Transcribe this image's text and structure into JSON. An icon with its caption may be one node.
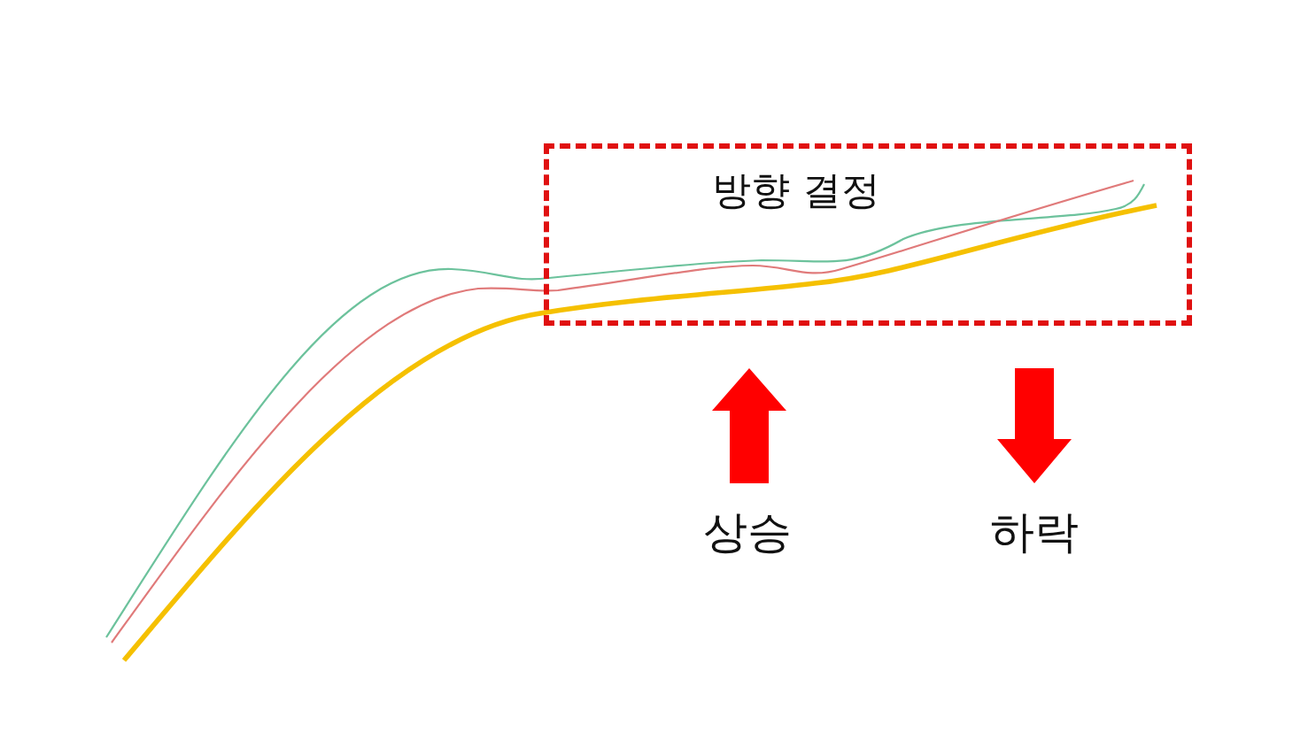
{
  "diagram": {
    "nodes": [
      {
        "text": [
          "방향 결정"
        ]
      }
    ],
    "labels": [
      "상승",
      "하락"
    ]
  }
}
